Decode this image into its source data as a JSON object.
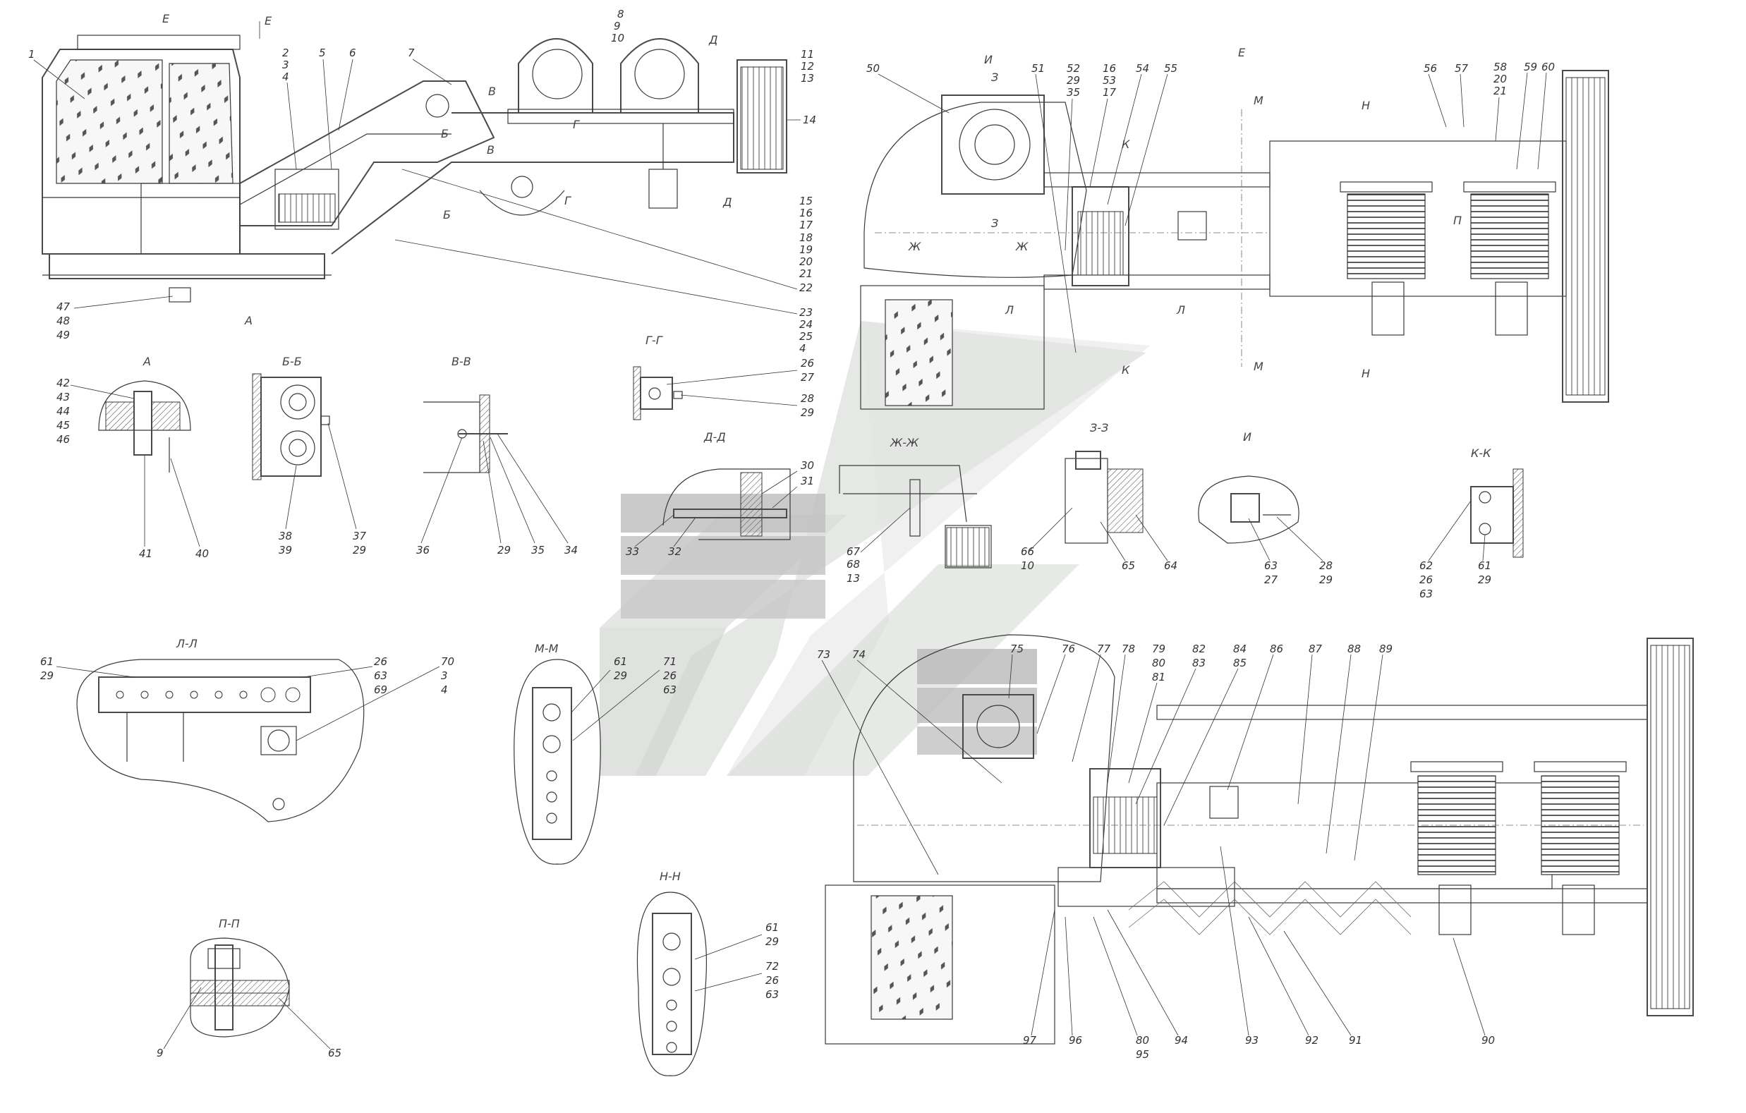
{
  "drawing": {
    "view_titles": {
      "A": "А",
      "BB": "Б-Б",
      "VV": "В-В",
      "GG": "Г-Г",
      "DD": "Д-Д",
      "ZhZh": "Ж-Ж",
      "ZZ": "З-З",
      "I": "И",
      "KK": "К-К",
      "LL": "Л-Л",
      "MM": "М-М",
      "NN": "Н-Н",
      "PP": "П-П",
      "E_top": "Е",
      "E_plan": "Е"
    },
    "section_markers": {
      "v1": "В",
      "v2": "В",
      "b1": "Б",
      "b2": "Б",
      "g1": "Г",
      "g2": "Г",
      "d1": "Д",
      "d2": "Д",
      "a1": "А",
      "e1": "Е",
      "i1": "И",
      "z1": "З",
      "z2": "З",
      "zh1": "Ж",
      "zh2": "Ж",
      "k1": "К",
      "k2": "К",
      "l1": "Л",
      "l2": "Л",
      "m1": "М",
      "m2": "М",
      "n1": "Н",
      "n2": "Н",
      "p1": "П"
    },
    "callouts": {
      "c1": "1",
      "c2": "2",
      "c3": "3",
      "c4": "4",
      "c5": "5",
      "c6": "6",
      "c7": "7",
      "c8": "8",
      "c9": "9",
      "c10": "10",
      "c11": "11",
      "c12": "12",
      "c13": "13",
      "c14": "14",
      "c15": "15",
      "c16": "16",
      "c17": "17",
      "c18": "18",
      "c19": "19",
      "c20": "20",
      "c21": "21",
      "c22": "22",
      "c23": "23",
      "c24": "24",
      "c25": "25",
      "c4b": "4",
      "c47": "47",
      "c48": "48",
      "c49": "49",
      "c50": "50",
      "c51": "51",
      "c52": "52",
      "c29a": "29",
      "c35a": "35",
      "c16b": "16",
      "c53": "53",
      "c17b": "17",
      "c54": "54",
      "c55": "55",
      "c56": "56",
      "c57": "57",
      "c58": "58",
      "c20b": "20",
      "c21b": "21",
      "c59": "59",
      "c60": "60",
      "c42": "42",
      "c43": "43",
      "c44": "44",
      "c45": "45",
      "c46": "46",
      "c41": "41",
      "c40": "40",
      "c38": "38",
      "c39": "39",
      "c37": "37",
      "c29b": "29",
      "c36": "36",
      "c29c": "29",
      "c35b": "35",
      "c34": "34",
      "c26": "26",
      "c27": "27",
      "c28": "28",
      "c29d": "29",
      "c30": "30",
      "c31": "31",
      "c33": "33",
      "c32": "32",
      "c67": "67",
      "c68": "68",
      "c13b": "13",
      "c66": "66",
      "c10b": "10",
      "c65": "65",
      "c64": "64",
      "c63": "63",
      "c27b": "27",
      "c28b": "28",
      "c29e": "29",
      "c62": "62",
      "c26b": "26",
      "c63b": "63",
      "c61": "61",
      "c29f": "29",
      "c61b": "61",
      "c29g": "29",
      "c26c": "26",
      "c63c": "63",
      "c69": "69",
      "c70": "70",
      "c3b": "3",
      "c4c": "4",
      "c61c": "61",
      "c29h": "29",
      "c71": "71",
      "c26d": "26",
      "c63d": "63",
      "c61d": "61",
      "c29i": "29",
      "c72": "72",
      "c26e": "26",
      "c63e": "63",
      "c9b": "9",
      "c65b": "65",
      "c73": "73",
      "c74": "74",
      "c75": "75",
      "c76": "76",
      "c77": "77",
      "c78": "78",
      "c79": "79",
      "c80": "80",
      "c81": "81",
      "c82": "82",
      "c83": "83",
      "c84": "84",
      "c85": "85",
      "c86": "86",
      "c87": "87",
      "c88": "88",
      "c89": "89",
      "c97": "97",
      "c96": "96",
      "c80b": "80",
      "c95": "95",
      "c94": "94",
      "c93": "93",
      "c92": "92",
      "c91": "91",
      "c90": "90"
    }
  }
}
